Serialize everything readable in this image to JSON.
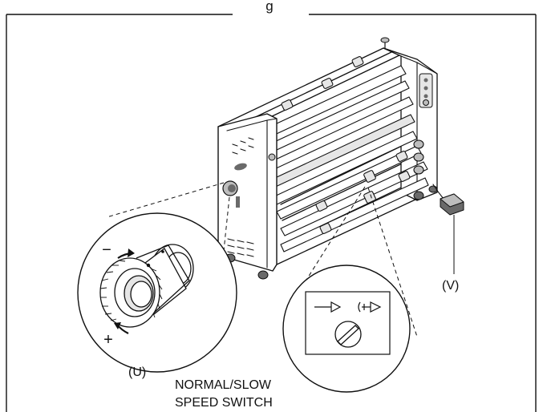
{
  "figure": {
    "header_fragment": "g",
    "labels": {
      "callout_u": "(U)",
      "callout_v": "(V)",
      "minus_sign": "−",
      "plus_sign": "+",
      "switch_caption_line1": "NORMAL/SLOW",
      "switch_caption_line2": "SPEED SWITCH"
    },
    "colors": {
      "line": "#111111",
      "background": "#ffffff",
      "shade_light": "#e6e6e6",
      "shade_mid": "#bdbdbd",
      "shade_dark": "#6a6a6a"
    }
  }
}
